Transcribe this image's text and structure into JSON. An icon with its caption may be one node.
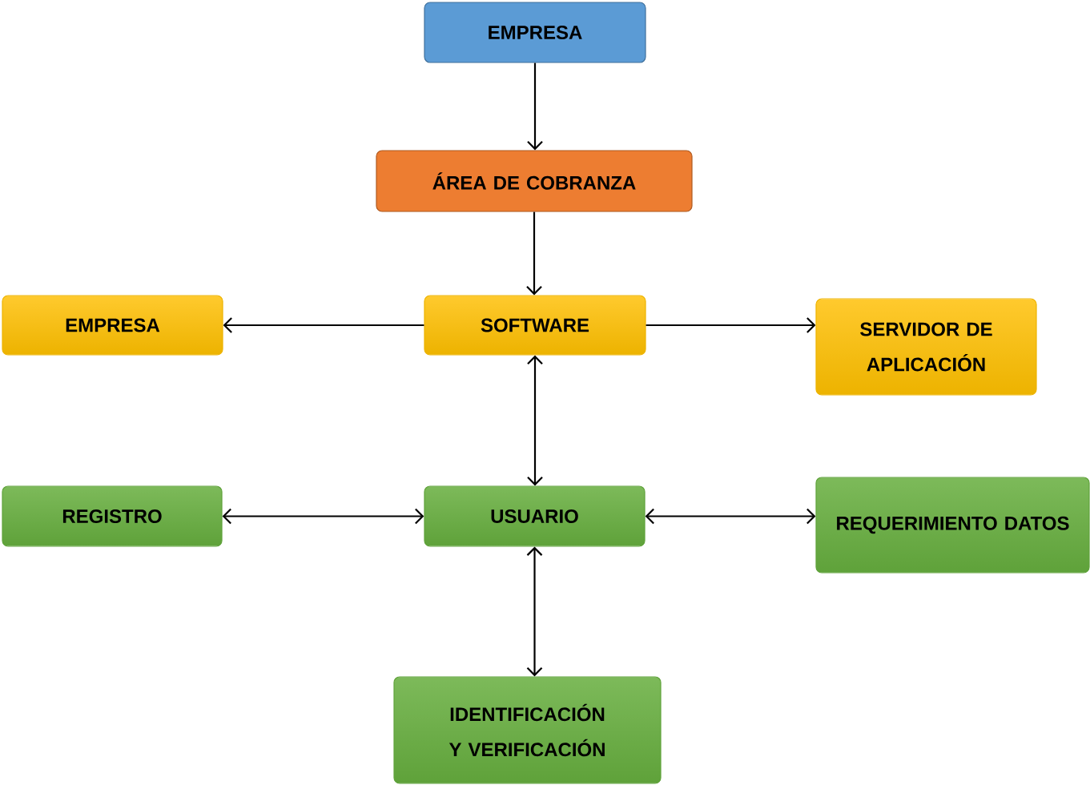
{
  "diagram": {
    "nodes": [
      {
        "text": [
          "EMPRESA"
        ]
      },
      {
        "text": [
          "ÁREA DE COBRANZA"
        ]
      },
      {
        "text": [
          "EMPRESA"
        ]
      },
      {
        "text": [
          "SOFTWARE"
        ]
      },
      {
        "text": [
          "SERVIDOR DE APLICACIÓN"
        ]
      },
      {
        "text": [
          "REGISTRO"
        ]
      },
      {
        "text": [
          "USUARIO"
        ]
      },
      {
        "text": [
          "REQUERIMIENTO DATOS"
        ]
      },
      {
        "text": [
          "IDENTIFICACIÓN Y VERIFICACIÓN"
        ]
      }
    ],
    "edges": [
      {
        "from": 0,
        "to": 1,
        "arrow": "to"
      },
      {
        "from": 1,
        "to": 3,
        "arrow": "to"
      },
      {
        "from": 3,
        "to": 2,
        "arrow": "to"
      },
      {
        "from": 3,
        "to": 4,
        "arrow": "to"
      },
      {
        "from": 3,
        "to": 6,
        "arrow": "both"
      },
      {
        "from": 5,
        "to": 6,
        "arrow": "both"
      },
      {
        "from": 6,
        "to": 7,
        "arrow": "both"
      },
      {
        "from": 6,
        "to": 8,
        "arrow": "both"
      }
    ]
  }
}
